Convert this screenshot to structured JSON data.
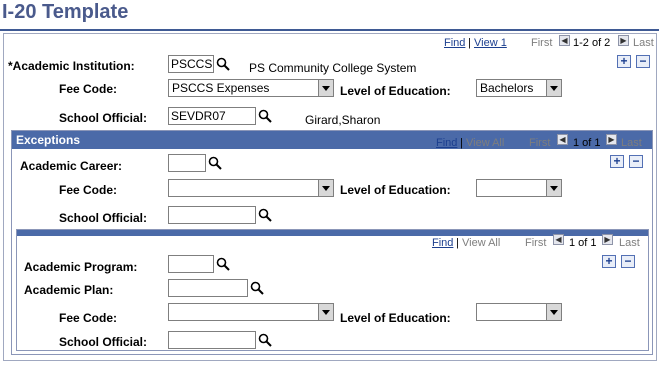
{
  "page": {
    "title": "I-20 Template"
  },
  "outer": {
    "nav": {
      "find": "Find",
      "sep": "|",
      "view": "View 1",
      "first": "First",
      "count": "1-2 of 2",
      "last": "Last"
    },
    "institution": {
      "label": "*Academic Institution:",
      "value": "PSCCS",
      "desc": "PS Community College System"
    },
    "fee": {
      "label": "Fee Code:",
      "value": "PSCCS Expenses"
    },
    "level": {
      "label": "Level of Education:",
      "value": "Bachelors"
    },
    "official": {
      "label": "School Official:",
      "value": "SEVDR07",
      "name": "Girard,Sharon"
    },
    "buttons": {
      "add": "+",
      "remove": "−"
    }
  },
  "exceptions": {
    "title": "Exceptions",
    "nav": {
      "find": "Find",
      "sep": "|",
      "view": "View All",
      "first": "First",
      "count": "1 of 1",
      "last": "Last"
    },
    "career": {
      "label": "Academic Career:",
      "value": ""
    },
    "fee": {
      "label": "Fee Code:",
      "value": ""
    },
    "level": {
      "label": "Level of Education:",
      "value": ""
    },
    "official": {
      "label": "School Official:",
      "value": ""
    },
    "buttons": {
      "add": "+",
      "remove": "−"
    }
  },
  "inner": {
    "nav": {
      "find": "Find",
      "sep": "|",
      "view": "View All",
      "first": "First",
      "count": "1 of 1",
      "last": "Last"
    },
    "program": {
      "label": "Academic Program:",
      "value": ""
    },
    "plan": {
      "label": "Academic Plan:",
      "value": ""
    },
    "fee": {
      "label": "Fee Code:",
      "value": ""
    },
    "level": {
      "label": "Level of Education:",
      "value": ""
    },
    "official": {
      "label": "School Official:",
      "value": ""
    },
    "buttons": {
      "add": "+",
      "remove": "−"
    }
  },
  "icons": {
    "lookup": "magnifier-icon",
    "prev": "arrow-left-icon",
    "next": "arrow-right-icon",
    "dropdown": "chevron-down-icon"
  },
  "colors": {
    "title": "#4a5a8c",
    "header": "#4b6aa8",
    "link": "#1c3f8f"
  }
}
